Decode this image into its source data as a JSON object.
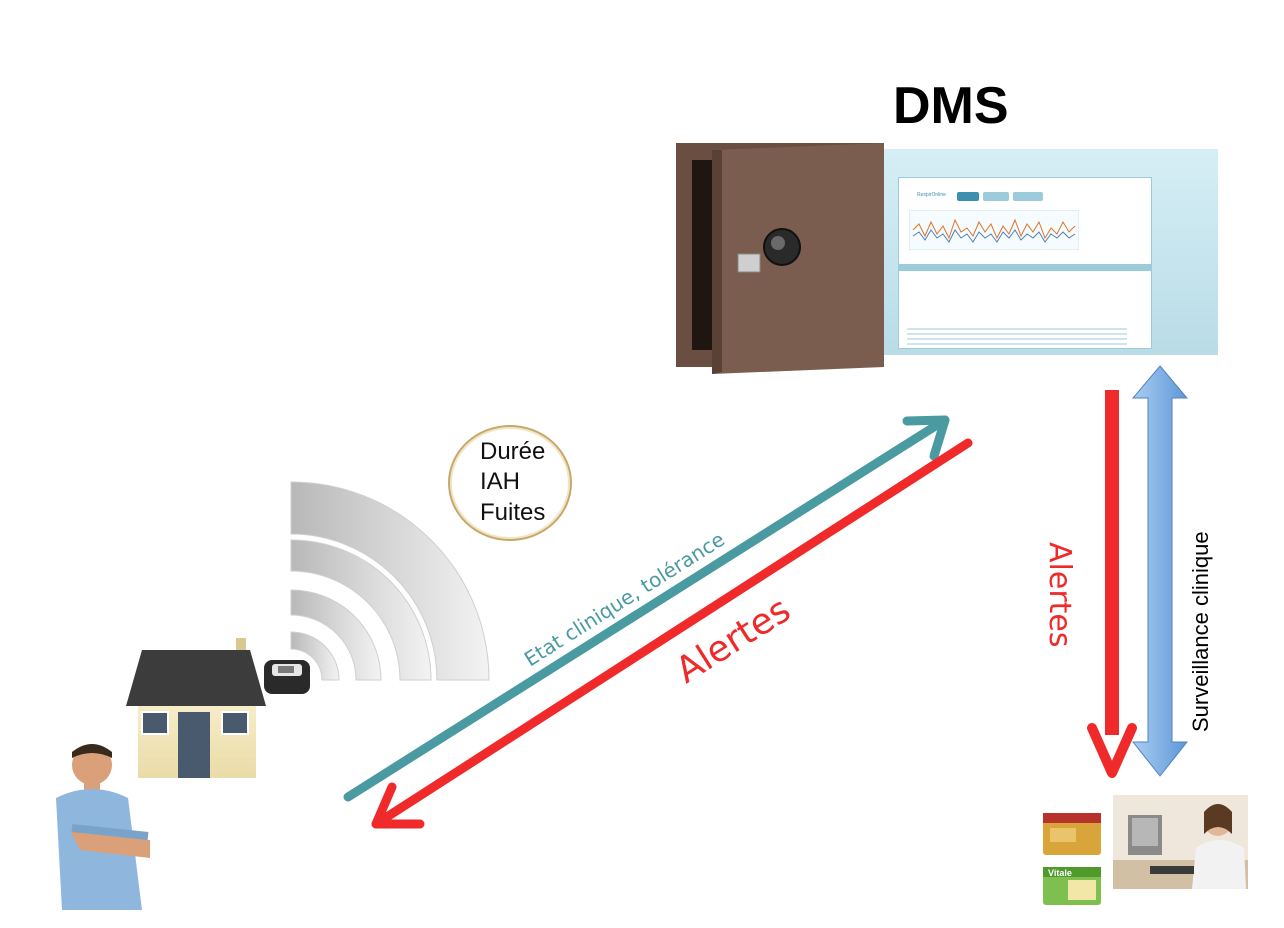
{
  "diagram": {
    "title": "DMS",
    "metrics": [
      "Durée",
      "IAH",
      "Fuites"
    ],
    "labels": {
      "teal_arrow": "Etat clinique, tolérance",
      "red_arrow": "Alertes",
      "vertical_red": "Alertes",
      "vertical_blue": "Surveillance clinique"
    },
    "colors": {
      "teal": "#4a9aa1",
      "red": "#f02a2a",
      "blue": "#6fa6df",
      "safe": "#7a5c4e"
    },
    "screenshot": {
      "logo": "RespirOnline"
    }
  }
}
